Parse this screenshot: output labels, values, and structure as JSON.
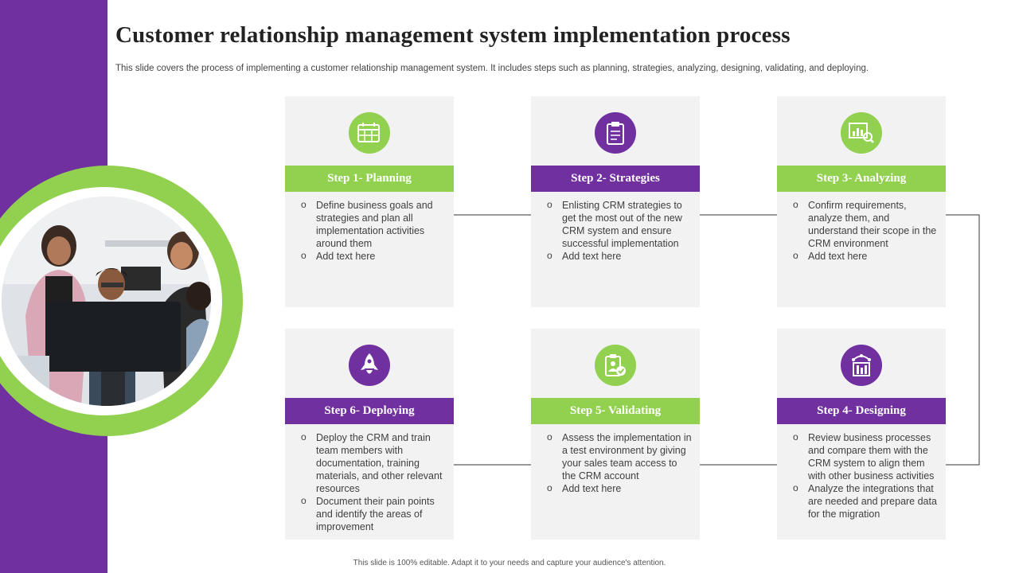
{
  "slide": {
    "title": "Customer relationship management system implementation process",
    "subtitle": "This slide covers the process of implementing a customer relationship management system. It includes steps such as planning, strategies, analyzing, designing, validating, and deploying.",
    "footer": "This slide is 100% editable. Adapt it to your needs and capture your audience's attention."
  },
  "colors": {
    "purple": "#7030a0",
    "green": "#92d050",
    "card": "#f2f2f2"
  },
  "steps": {
    "planning": {
      "title": "Step 1- Planning",
      "icon": "calendar-icon",
      "color": "green",
      "bullets": [
        "Define business goals and strategies and plan all implementation activities around them",
        "Add text here"
      ]
    },
    "strategies": {
      "title": "Step 2- Strategies",
      "icon": "clipboard-icon",
      "color": "purple",
      "bullets": [
        "Enlisting CRM strategies to get the most out of the new CRM system and ensure successful implementation",
        "Add text here"
      ]
    },
    "analyzing": {
      "title": "Step 3- Analyzing",
      "icon": "chart-magnifier-icon",
      "color": "green",
      "bullets": [
        "Confirm requirements, analyze them, and understand their scope in the CRM environment",
        "Add text here"
      ]
    },
    "deploying": {
      "title": "Step 6- Deploying",
      "icon": "rocket-icon",
      "color": "purple",
      "bullets": [
        "Deploy the CRM and train team members with documentation, training materials, and other relevant resources",
        "Document their pain points and identify the areas of improvement"
      ]
    },
    "validating": {
      "title": "Step 5- Validating",
      "icon": "badge-check-icon",
      "color": "green",
      "bullets": [
        "Assess the implementation in a test environment by giving your sales team access to the CRM account",
        "Add text here"
      ]
    },
    "designing": {
      "title": "Step 4- Designing",
      "icon": "design-tools-icon",
      "color": "purple",
      "bullets": [
        "Review business processes and compare them with the CRM system to align them with other business activities",
        "Analyze the integrations that are needed and prepare data for the migration"
      ]
    }
  }
}
